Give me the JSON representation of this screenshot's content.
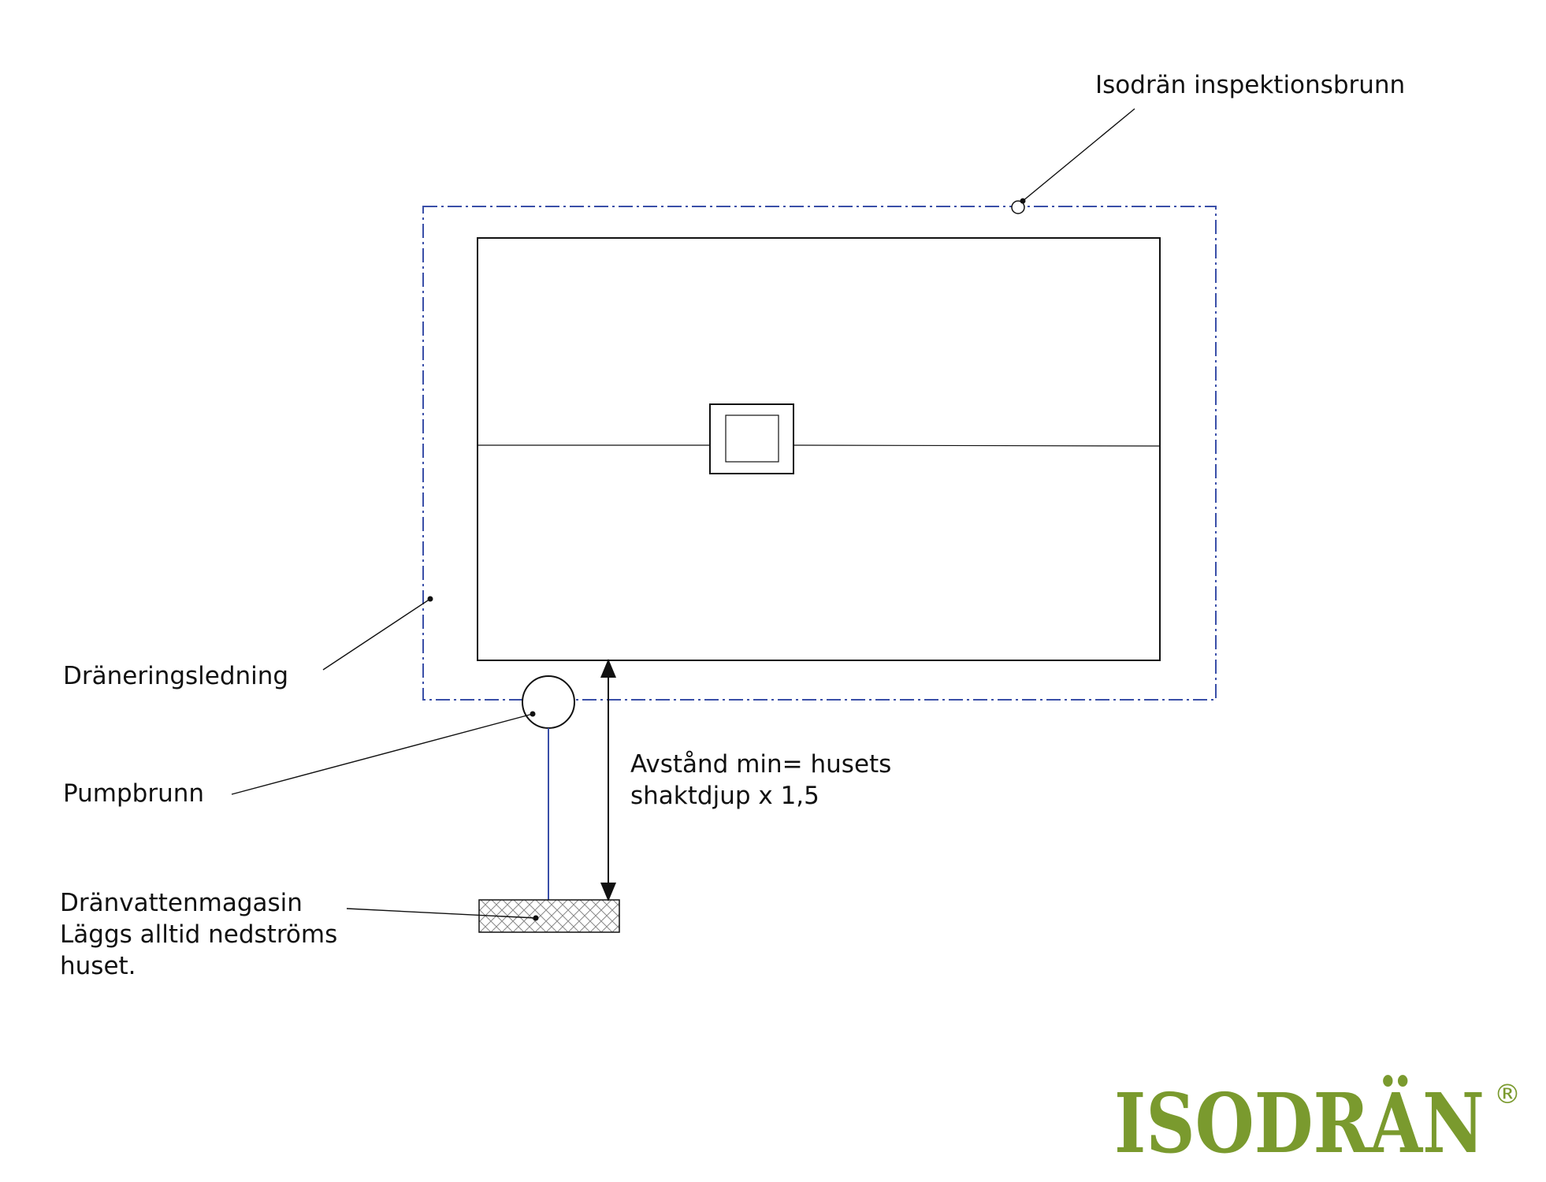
{
  "labels": {
    "inspection_well": "Isodrän inspektionsbrunn",
    "drain_line": "Dräneringsledning",
    "pump_well": "Pumpbrunn",
    "distance_line1": "Avstånd min= husets",
    "distance_line2": "shaktdjup x 1,5",
    "reservoir_line1": "Dränvattenmagasin",
    "reservoir_line2": "Läggs alltid nedströms",
    "reservoir_line3": "huset."
  },
  "logo": {
    "text": "ISODRÄN",
    "registered_mark": "®",
    "color": "#7a9a2e"
  },
  "colors": {
    "drain_line": "#3a4fa8",
    "outline": "#111111",
    "pipe": "#3a4fa8"
  }
}
